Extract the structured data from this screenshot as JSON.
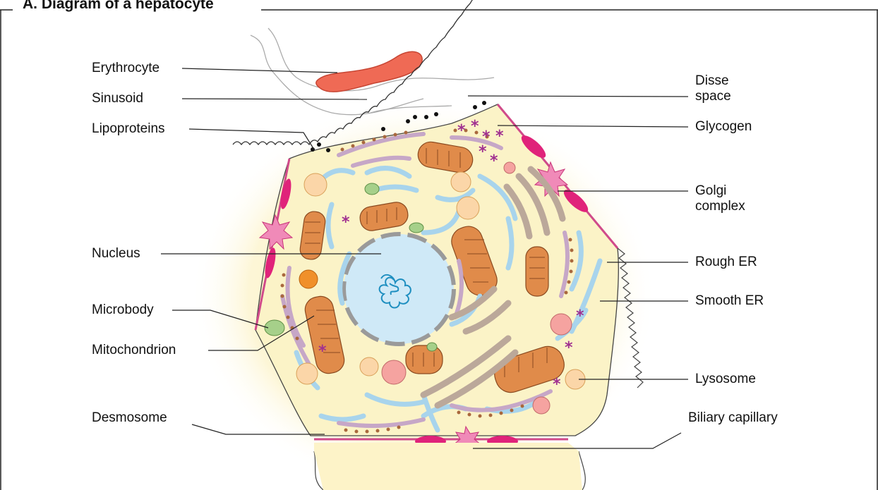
{
  "figure": {
    "title": "A. Diagram of a hepatocyte"
  },
  "labels": {
    "erythrocyte": "Erythrocyte",
    "sinusoid": "Sinusoid",
    "lipoproteins": "Lipoproteins",
    "nucleus": "Nucleus",
    "microbody": "Microbody",
    "mitochondrion": "Mitochondrion",
    "desmosome": "Desmosome",
    "disse_space_line1": "Disse",
    "disse_space_line2": "space",
    "glycogen": "Glycogen",
    "golgi_line1": "Golgi",
    "golgi_line2": "complex",
    "rough_er": "Rough ER",
    "smooth_er": "Smooth ER",
    "lysosome": "Lysosome",
    "biliary_capillary": "Biliary capillary"
  },
  "colors": {
    "cytoplasm": "#fbf3c7",
    "halo": "#fdf8dc",
    "erythrocyte": "#ef6a55",
    "nucleus": "#cfe9f7",
    "nuclear_envelope": "#9a9a9a",
    "mitochondrion": "#e08b4a",
    "smooth_er": "#a8d4ec",
    "rough_er": "#c6a7c7",
    "ribosome": "#a9683d",
    "golgi": "#bba89a",
    "desmosome": "#e0237a",
    "biliary": "#f08ab8",
    "lysosome": "#f5a3a0",
    "microbody": "#a6d08a",
    "lipid_droplet": "#f0902a",
    "glycogen": "#a03090"
  }
}
